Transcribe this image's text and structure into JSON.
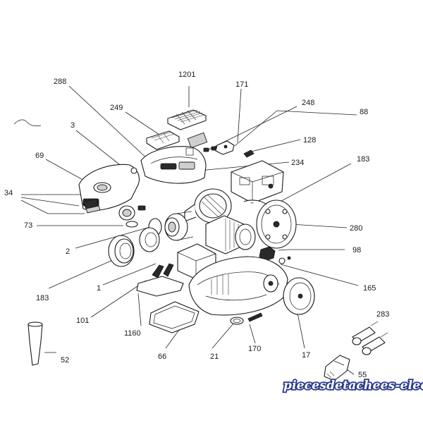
{
  "diagram": {
    "callouts": [
      {
        "id": "c1201",
        "text": "1201"
      },
      {
        "id": "c288",
        "text": "288"
      },
      {
        "id": "c171",
        "text": "171"
      },
      {
        "id": "c249",
        "text": "249"
      },
      {
        "id": "c248",
        "text": "248"
      },
      {
        "id": "c88",
        "text": "88"
      },
      {
        "id": "c3",
        "text": "3"
      },
      {
        "id": "c128",
        "text": "128"
      },
      {
        "id": "c69",
        "text": "69"
      },
      {
        "id": "c234",
        "text": "234"
      },
      {
        "id": "c183a",
        "text": "183"
      },
      {
        "id": "c34",
        "text": "34"
      },
      {
        "id": "c73",
        "text": "73"
      },
      {
        "id": "c280",
        "text": "280"
      },
      {
        "id": "c2",
        "text": "2"
      },
      {
        "id": "c98",
        "text": "98"
      },
      {
        "id": "c1",
        "text": "1"
      },
      {
        "id": "c165",
        "text": "165"
      },
      {
        "id": "c183b",
        "text": "183"
      },
      {
        "id": "c101",
        "text": "101"
      },
      {
        "id": "c283",
        "text": "283"
      },
      {
        "id": "c1160",
        "text": "1160"
      },
      {
        "id": "c52",
        "text": "52"
      },
      {
        "id": "c66",
        "text": "66"
      },
      {
        "id": "c21",
        "text": "21"
      },
      {
        "id": "c170",
        "text": "170"
      },
      {
        "id": "c17",
        "text": "17"
      },
      {
        "id": "c55",
        "text": "55"
      }
    ],
    "watermark": "piecesdetachees-elec.com"
  }
}
